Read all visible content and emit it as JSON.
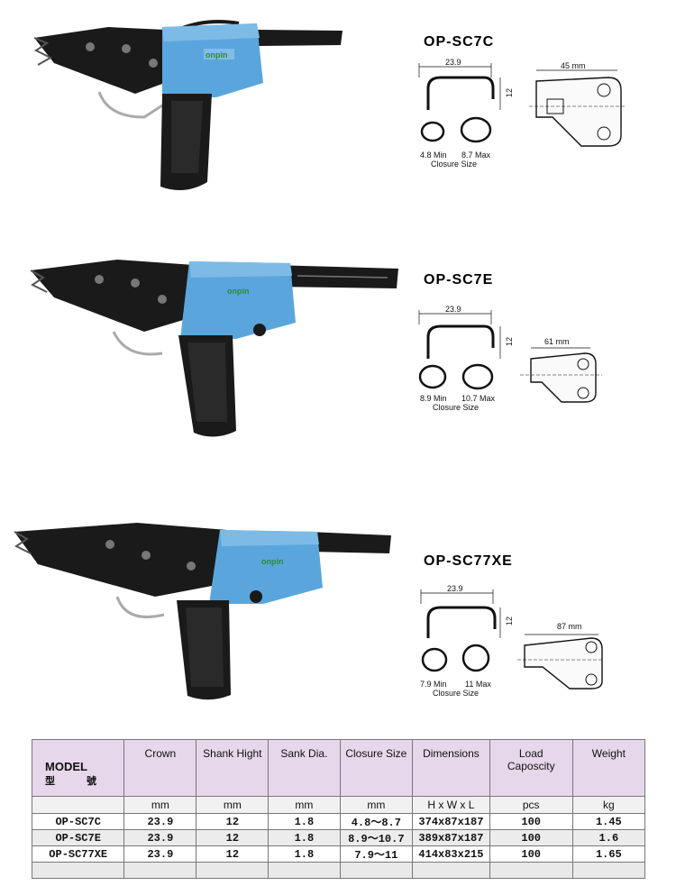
{
  "products": [
    {
      "model": "OP-SC7C",
      "brand": "onpin",
      "crown": "23.9",
      "shank": "12",
      "closure_min": "4.8 Min",
      "closure_max": "8.7 Max",
      "closure_label": "Closure Size",
      "jaw_width": "45 mm"
    },
    {
      "model": "OP-SC7E",
      "brand": "onpin",
      "crown": "23.9",
      "shank": "12",
      "closure_min": "8.9 Min",
      "closure_max": "10.7 Max",
      "closure_label": "Closure Size",
      "jaw_width": "61 mm"
    },
    {
      "model": "OP-SC77XE",
      "brand": "onpin",
      "crown": "23.9",
      "shank": "12",
      "closure_min": "7.9 Min",
      "closure_max": "11 Max",
      "closure_label": "Closure Size",
      "jaw_width": "87 mm"
    }
  ],
  "table": {
    "header": {
      "model": "MODEL",
      "model_cn": "型 號",
      "crown": "Crown",
      "shank": "Shank Hight",
      "sank": "Sank Dia.",
      "closure": "Closure Size",
      "dimensions": "Dimensions",
      "load": "Load Caposcity",
      "weight": "Weight"
    },
    "units": {
      "crown": "mm",
      "shank": "mm",
      "sank": "mm",
      "closure": "mm",
      "dimensions": "H x W x L",
      "load": "pcs",
      "weight": "kg"
    },
    "rows": [
      {
        "model": "OP-SC7C",
        "crown": "23.9",
        "shank": "12",
        "sank": "1.8",
        "closure": "4.8～8.7",
        "dimensions": "374x87x187",
        "load": "100",
        "weight": "1.45"
      },
      {
        "model": "OP-SC7E",
        "crown": "23.9",
        "shank": "12",
        "sank": "1.8",
        "closure": "8.9～10.7",
        "dimensions": "389x87x187",
        "load": "100",
        "weight": "1.6"
      },
      {
        "model": "OP-SC77XE",
        "crown": "23.9",
        "shank": "12",
        "sank": "1.8",
        "closure": "7.9～11",
        "dimensions": "414x83x215",
        "load": "100",
        "weight": "1.65"
      }
    ]
  },
  "colors": {
    "tool_blue": "#5aa6dc",
    "tool_black": "#1a1a1a",
    "header_bg": "#e7d7ea",
    "brand_green": "#2e8b3a"
  }
}
